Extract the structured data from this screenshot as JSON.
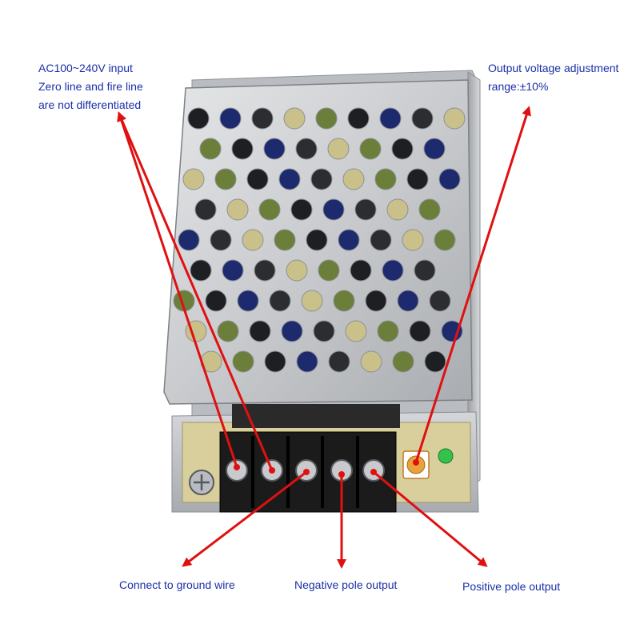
{
  "labels": {
    "input": [
      "AC100~240V input",
      "Zero line and fire line",
      "are not differentiated"
    ],
    "adjustment": [
      "Output voltage adjustment",
      "range:±10%"
    ],
    "ground": "Connect to ground wire",
    "negative": "Negative pole output",
    "positive": "Positive pole output"
  },
  "colors": {
    "label_text": "#1a2fa8",
    "arrow": "#e01010",
    "case_metal": "#c4c6c9",
    "terminal_block": "#1b1b1b",
    "pcb": "#d8cf9c",
    "potentiometer": "#e8a23a",
    "led": "#34c24a"
  }
}
